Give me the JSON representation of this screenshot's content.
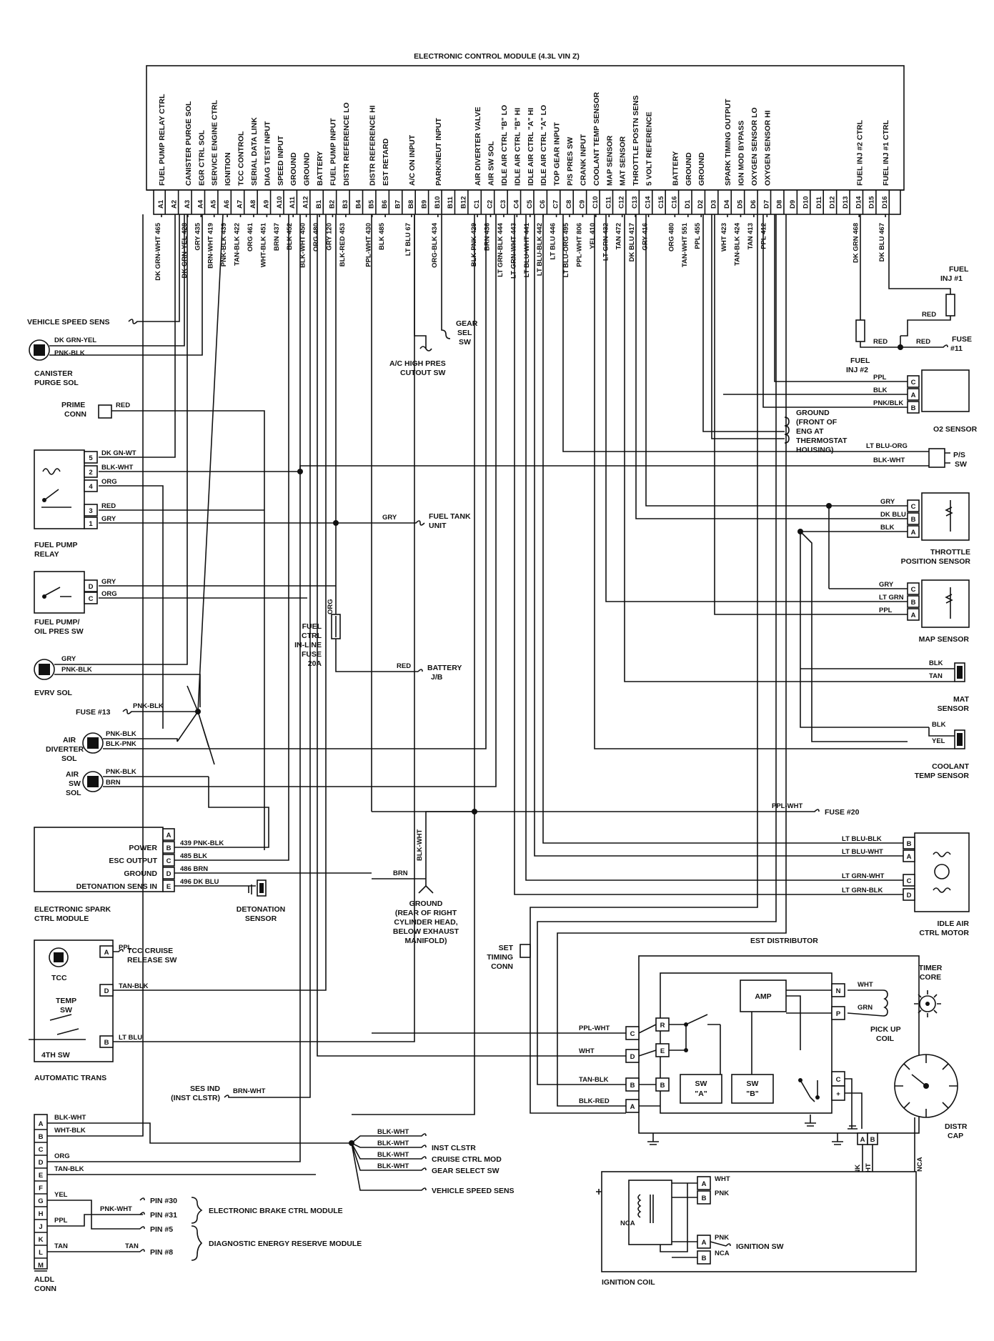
{
  "ecm": {
    "title": "ELECTRONIC CONTROL MODULE (4.3L VIN Z)",
    "functions": {
      "A1": "FUEL PUMP RELAY CTRL",
      "A3": "CANISTER PURGE SOL",
      "A4": "EGR CTRL SOL",
      "A5": "SERVICE ENGINE CTRL",
      "A6": "IGNITION",
      "A7": "TCC CONTROL",
      "A8": "SERIAL DATA LINK",
      "A9": "DIAG TEST INPUT",
      "A10": "SPEED INPUT",
      "A11": "GROUND",
      "A12": "GROUND",
      "B1": "BATTERY",
      "B2": "FUEL PUMP INPUT",
      "B3": "DISTR REFERENCE LO",
      "B5": "DISTR REFERENCE HI",
      "B6": "EST RETARD",
      "B8": "A/C ON INPUT",
      "B10": "PARK/NEUT INPUT",
      "C1": "AIR DIVERTER VALVE",
      "C2": "AIR SW SOL",
      "C3": "IDLE AIR CTRL \"B\" LO",
      "C4": "IDLE AIR CTRL \"B\" HI",
      "C5": "IDLE AIR CTRL \"A\" HI",
      "C6": "IDLE AIR CTRL \"A\" LO",
      "C7": "TOP GEAR INPUT",
      "C8": "P/S PRES SW",
      "C9": "CRANK INPUT",
      "C10": "COOLANT TEMP SENSOR",
      "C11": "MAP SENSOR",
      "C12": "MAT SENSOR",
      "C13": "THROTTLE POSTN SENS",
      "C14": "5 VOLT REFERENCE",
      "C16": "BATTERY",
      "D1": "GROUND",
      "D2": "GROUND",
      "D4": "SPARK TIMING OUTPUT",
      "D5": "IGN MOD BYPASS",
      "D6": "OXYGEN SENSOR LO",
      "D7": "OXYGEN SENSOR HI",
      "D14": "FUEL INJ #2 CTRL",
      "D16": "FUEL INJ #1 CTRL"
    },
    "pins": [
      "A1",
      "A2",
      "A3",
      "A4",
      "A5",
      "A6",
      "A7",
      "A8",
      "A9",
      "A10",
      "A11",
      "A12",
      "B1",
      "B2",
      "B3",
      "B4",
      "B5",
      "B6",
      "B7",
      "B8",
      "B9",
      "B10",
      "B11",
      "B12",
      "C1",
      "C2",
      "C3",
      "C4",
      "C5",
      "C6",
      "C7",
      "C8",
      "C9",
      "C10",
      "C11",
      "C12",
      "C13",
      "C14",
      "C15",
      "C16",
      "D1",
      "D2",
      "D3",
      "D4",
      "D5",
      "D6",
      "D7",
      "D8",
      "D9",
      "D10",
      "D11",
      "D12",
      "D13",
      "D14",
      "D15",
      "D16"
    ],
    "wires": {
      "A1": "DK GRN-WHT 465",
      "A3": "DK GRN-YEL 428",
      "A4": "GRY 435",
      "A5": "BRN-WHT 419",
      "A6": "PNK-BLK 439",
      "A7": "TAN-BLK 422",
      "A8": "ORG 461",
      "A9": "WHT-BLK 451",
      "A10": "BRN 437",
      "A11": "BLK 452",
      "A12": "BLK-WHT 450",
      "B1": "ORG 480",
      "B2": "GRY 120",
      "B3": "BLK-RED 453",
      "B5": "PPL-WHT 430",
      "B6": "BLK 485",
      "B8": "LT BLU 67",
      "B10": "ORG-BLK 434",
      "C1": "BLK-PNK 429",
      "C2": "BRN 436",
      "C3": "LT GRN-BLK 444",
      "C4": "LT GRN-WHT 443",
      "C5": "LT BLU-WHT 441",
      "C6": "LT BLU-BLK 442",
      "C7": "LT BLU 446",
      "C8": "LT BLU-ORG 495",
      "C9": "PPL-WHT 806",
      "C10": "YEL 410",
      "C11": "LT GRN 432",
      "C12": "TAN 472",
      "C13": "DK BLU 417",
      "C14": "GRY 416",
      "C16": "ORG 480",
      "D1": "TAN-WHT 551",
      "D2": "PPL 455",
      "D4": "WHT 423",
      "D5": "TAN-BLK 424",
      "D6": "TAN 413",
      "D7": "PPL 412",
      "D14": "DK GRN 468",
      "D16": "DK BLU 467"
    }
  },
  "left": {
    "vss": "VEHICLE SPEED SENS",
    "canister_w1": "DK GRN-YEL",
    "canister_w2": "PNK-BLK",
    "canister_l1": "CANISTER",
    "canister_l2": "PURGE SOL",
    "prime_l1": "PRIME",
    "prime_l2": "CONN",
    "prime_w": "RED",
    "relay_w": [
      "DK GN-WT",
      "BLK-WHT",
      "ORG",
      "RED",
      "GRY"
    ],
    "relay_pins": [
      "5",
      "2",
      "4",
      "3",
      "1"
    ],
    "relay_l1": "FUEL PUMP",
    "relay_l2": "RELAY",
    "oilsw_w": [
      "GRY",
      "ORG"
    ],
    "oilsw_pins": [
      "D",
      "C"
    ],
    "oilsw_l1": "FUEL PUMP/",
    "oilsw_l2": "OIL PRES SW",
    "evrv_w1": "GRY",
    "evrv_w2": "PNK-BLK",
    "evrv_l": "EVRV SOL",
    "fuse13": "FUSE #13",
    "fuse13_w": "PNK-BLK",
    "airdiv_w1": "PNK-BLK",
    "airdiv_w2": "BLK-PNK",
    "airdiv_l1": "AIR",
    "airdiv_l2": "DIVERTER",
    "airdiv_l3": "SOL",
    "airsw_w1": "PNK-BLK",
    "airsw_w2": "BRN",
    "airsw_l1": "AIR",
    "airsw_l2": "SW",
    "airsw_l3": "SOL"
  },
  "center": {
    "fuel_tank_w": "GRY",
    "fuel_tank_l1": "FUEL TANK",
    "fuel_tank_l2": "UNIT",
    "fuse_w": "ORG",
    "fuse_l1": "FUEL",
    "fuse_l2": "CTRL",
    "fuse_l3": "IN-LINE",
    "fuse_l4": "FUSE",
    "fuse_l5": "20A",
    "battery_w": "RED",
    "battery_l1": "BATTERY",
    "battery_l2": "J/B",
    "ac_l1": "A/C HIGH PRES",
    "ac_l2": "CUTOUT SW",
    "gear_l1": "GEAR",
    "gear_l2": "SEL",
    "gear_l3": "SW",
    "ground_w1": "BLK-WHT",
    "ground_w2": "BRN",
    "ground_l1": "GROUND",
    "ground_l2": "(REAR OF RIGHT",
    "ground_l3": "CYLINDER HEAD,",
    "ground_l4": "BELOW EXHAUST",
    "ground_l5": "MANIFOLD)",
    "timing_l1": "SET",
    "timing_l2": "TIMING",
    "timing_l3": "CONN"
  },
  "esc": {
    "labels": [
      "POWER",
      "ESC OUTPUT",
      "GROUND",
      "DETONATION SENS IN"
    ],
    "pins": [
      "A",
      "B",
      "C",
      "D",
      "E"
    ],
    "wires": [
      "439 PNK-BLK",
      "485 BLK",
      "486 BRN",
      "496 DK BLU"
    ],
    "l1": "ELECTRONIC SPARK",
    "l2": "CTRL MODULE",
    "det1": "DETONATION",
    "det2": "SENSOR"
  },
  "trans": {
    "tcc": "TCC",
    "temp1": "TEMP",
    "temp2": "SW",
    "sw4": "4TH SW",
    "pins": [
      "A",
      "D",
      "B"
    ],
    "wires": [
      "PPL",
      "TAN-BLK",
      "LT BLU"
    ],
    "tcc_rel1": "TCC CRUISE",
    "tcc_rel2": "RELEASE SW",
    "label": "AUTOMATIC TRANS"
  },
  "ses": {
    "l1": "SES IND",
    "l2": "(INST CLSTR)",
    "w": "BRN-WHT"
  },
  "aldl": {
    "pins": [
      "A",
      "B",
      "C",
      "D",
      "E",
      "F",
      "G",
      "H",
      "J",
      "K",
      "L",
      "M"
    ],
    "wires": [
      "BLK-WHT",
      "WHT-BLK",
      "ORG",
      "TAN-BLK",
      "YEL",
      "PPL",
      "TAN"
    ],
    "pnkwht": "PNK-WHT",
    "tan2": "TAN",
    "pin30": "PIN #30",
    "pin31": "PIN #31",
    "pin5": "PIN #5",
    "pin8": "PIN #8",
    "ebcm": "ELECTRONIC BRAKE CTRL MODULE",
    "derm": "DIAGNOSTIC ENERGY RESERVE MODULE",
    "l1": "ALDL",
    "l2": "CONN"
  },
  "bus": {
    "wires": [
      "BLK-WHT",
      "BLK-WHT",
      "BLK-WHT",
      "BLK-WHT",
      "BLK-WHT"
    ],
    "labels": [
      "INST CLSTR",
      "CRUISE CTRL MOD",
      "GEAR SELECT SW",
      "VEHICLE SPEED SENS"
    ]
  },
  "right": {
    "inj1_l1": "FUEL",
    "inj1_l2": "INJ #1",
    "inj1_w": "RED",
    "inj2_l1": "FUEL",
    "inj2_l2": "INJ #2",
    "inj2_w": "RED",
    "fuse11_w": "RED",
    "fuse11_l1": "FUSE",
    "fuse11_l2": "#11",
    "o2_w": [
      "PPL",
      "BLK",
      "PNK/BLK"
    ],
    "o2_pins": [
      "C",
      "A",
      "B"
    ],
    "o2_l": "O2 SENSOR",
    "gnd_l1": "GROUND",
    "gnd_l2": "(FRONT OF",
    "gnd_l3": "ENG AT",
    "gnd_l4": "THERMOSTAT",
    "gnd_l5": "HOUSING)",
    "ps_w": [
      "LT BLU-ORG",
      "BLK-WHT"
    ],
    "ps_l1": "P/S",
    "ps_l2": "SW",
    "tps_w": [
      "GRY",
      "DK BLU",
      "BLK"
    ],
    "tps_pins": [
      "C",
      "B",
      "A"
    ],
    "tps_l1": "THROTTLE",
    "tps_l2": "POSITION SENSOR",
    "map_w": [
      "GRY",
      "LT GRN",
      "PPL"
    ],
    "map_pins": [
      "C",
      "B",
      "A"
    ],
    "map_l": "MAP SENSOR",
    "mat_w": [
      "BLK",
      "TAN"
    ],
    "mat_l1": "MAT",
    "mat_l2": "SENSOR",
    "clt_w": [
      "BLK",
      "YEL"
    ],
    "clt_l1": "COOLANT",
    "clt_l2": "TEMP SENSOR",
    "fuse20_w": "PPL-WHT",
    "fuse20_l": "FUSE #20",
    "iac_w": [
      "LT BLU-BLK",
      "LT BLU-WHT",
      "LT GRN-WHT",
      "LT GRN-BLK"
    ],
    "iac_pins": [
      "B",
      "A",
      "C",
      "D"
    ],
    "iac_l1": "IDLE AIR",
    "iac_l2": "CTRL MOTOR"
  },
  "dist": {
    "title": "EST DISTRIBUTOR",
    "w": [
      "PPL-WHT",
      "WHT",
      "TAN-BLK",
      "BLK-RED"
    ],
    "outer_pins": [
      "C",
      "D",
      "B",
      "A"
    ],
    "inner_pins": [
      "R",
      "E",
      "B"
    ],
    "amp": "AMP",
    "swa1": "SW",
    "swa2": "\"A\"",
    "swb1": "SW",
    "swb2": "\"B\"",
    "np": [
      "N",
      "P"
    ],
    "pick_w": [
      "WHT",
      "GRN"
    ],
    "pick_l1": "PICK UP",
    "pick_l2": "COIL",
    "timer_l1": "TIMER",
    "timer_l2": "CORE",
    "cap_l1": "DISTR",
    "cap_l2": "CAP",
    "cplus": [
      "C",
      "+"
    ],
    "ab": [
      "A",
      "B"
    ],
    "nca": "NCA",
    "pnk": "PNK",
    "wht": "WHT"
  },
  "coil": {
    "w": [
      "WHT",
      "PNK",
      "PNK",
      "NCA"
    ],
    "pins": [
      "A",
      "B",
      "A",
      "B"
    ],
    "ign_sw": "IGNITION SW",
    "label": "IGNITION COIL"
  }
}
